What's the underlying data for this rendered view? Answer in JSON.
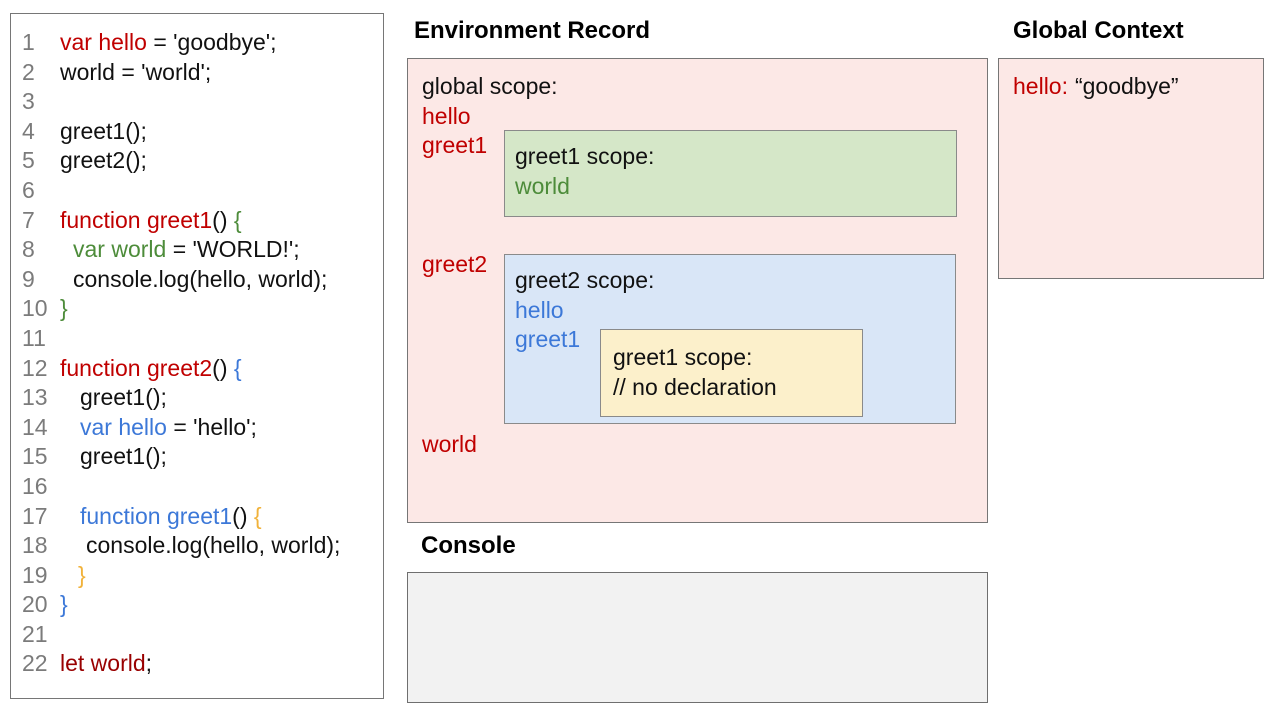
{
  "colors": {
    "red": "#c00000",
    "dark_red": "#990000",
    "green": "#4d8c3a",
    "blue": "#3c78d8",
    "orange": "#f1b23a",
    "black": "#111111",
    "line_number_gray": "#7b7b7b",
    "pink_bg": "#fce8e6",
    "green_bg": "#d5e7c8",
    "blue_bg": "#d9e6f7",
    "yellow_bg": "#fcf0cb",
    "console_bg": "#f2f2f2"
  },
  "code_panel": {
    "lines": [
      {
        "num": "1",
        "indent": 0,
        "tokens": [
          {
            "text": "var hello",
            "color": "red"
          },
          {
            "text": " = 'goodbye';",
            "color": "black"
          }
        ]
      },
      {
        "num": "2",
        "indent": 0,
        "tokens": [
          {
            "text": "world = 'world';",
            "color": "black"
          }
        ]
      },
      {
        "num": "3",
        "indent": 0,
        "tokens": []
      },
      {
        "num": "4",
        "indent": 0,
        "tokens": [
          {
            "text": "greet1();",
            "color": "black"
          }
        ]
      },
      {
        "num": "5",
        "indent": 0,
        "tokens": [
          {
            "text": "greet2();",
            "color": "black"
          }
        ]
      },
      {
        "num": "6",
        "indent": 0,
        "tokens": []
      },
      {
        "num": "7",
        "indent": 0,
        "tokens": [
          {
            "text": "function greet1",
            "color": "red"
          },
          {
            "text": "() ",
            "color": "black"
          },
          {
            "text": "{",
            "color": "green"
          }
        ]
      },
      {
        "num": "8",
        "indent": 13,
        "tokens": [
          {
            "text": "var world",
            "color": "green"
          },
          {
            "text": " = 'WORLD!';",
            "color": "black"
          }
        ]
      },
      {
        "num": "9",
        "indent": 13,
        "tokens": [
          {
            "text": "console.log(hello, world);",
            "color": "black"
          }
        ]
      },
      {
        "num": "10",
        "indent": 0,
        "tokens": [
          {
            "text": "}",
            "color": "green"
          }
        ]
      },
      {
        "num": "11",
        "indent": 0,
        "tokens": []
      },
      {
        "num": "12",
        "indent": 0,
        "tokens": [
          {
            "text": "function greet2",
            "color": "red"
          },
          {
            "text": "() ",
            "color": "black"
          },
          {
            "text": "{",
            "color": "blue"
          }
        ]
      },
      {
        "num": "13",
        "indent": 20,
        "tokens": [
          {
            "text": "greet1();",
            "color": "black"
          }
        ]
      },
      {
        "num": "14",
        "indent": 20,
        "tokens": [
          {
            "text": "var hello",
            "color": "blue"
          },
          {
            "text": " = 'hello';",
            "color": "black"
          }
        ]
      },
      {
        "num": "15",
        "indent": 20,
        "tokens": [
          {
            "text": "greet1();",
            "color": "black"
          }
        ]
      },
      {
        "num": "16",
        "indent": 0,
        "tokens": []
      },
      {
        "num": "17",
        "indent": 20,
        "tokens": [
          {
            "text": "function greet1",
            "color": "blue"
          },
          {
            "text": "() ",
            "color": "black"
          },
          {
            "text": "{",
            "color": "orange"
          }
        ]
      },
      {
        "num": "18",
        "indent": 26,
        "tokens": [
          {
            "text": "console.log(hello, world);",
            "color": "black"
          }
        ]
      },
      {
        "num": "19",
        "indent": 18,
        "tokens": [
          {
            "text": "}",
            "color": "orange"
          }
        ]
      },
      {
        "num": "20",
        "indent": 0,
        "tokens": [
          {
            "text": "}",
            "color": "blue"
          }
        ]
      },
      {
        "num": "21",
        "indent": 0,
        "tokens": []
      },
      {
        "num": "22",
        "indent": 0,
        "tokens": [
          {
            "text": "let world",
            "color": "dark_red"
          },
          {
            "text": ";",
            "color": "black"
          }
        ]
      }
    ]
  },
  "environment_record": {
    "title": "Environment Record",
    "global_scope_label": "global scope:",
    "vars": {
      "hello": "hello",
      "greet1": "greet1",
      "greet2": "greet2",
      "world": "world"
    },
    "greet1_scope": {
      "label": "greet1 scope:",
      "var_world": "world"
    },
    "greet2_scope": {
      "label": "greet2 scope:",
      "var_hello": "hello",
      "var_greet1": "greet1",
      "inner_greet1_scope": {
        "label": "greet1 scope:",
        "comment": "// no declaration"
      }
    }
  },
  "console_panel": {
    "title": "Console",
    "content": ""
  },
  "global_context": {
    "title": "Global Context",
    "entry_key": "hello:",
    "entry_value": "“goodbye”"
  }
}
